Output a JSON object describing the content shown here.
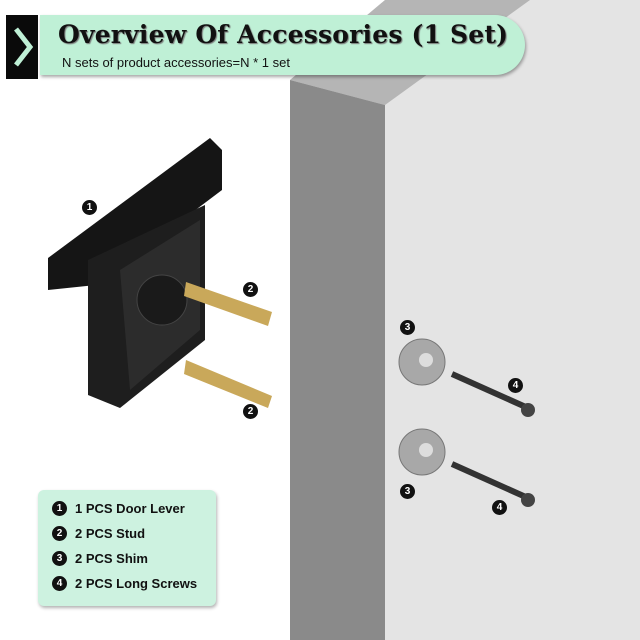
{
  "header": {
    "title": "Overview Of Accessories (1 Set)",
    "subtitle": "N sets of product accessories=N * 1 set"
  },
  "legend": {
    "items": [
      {
        "num": "1",
        "label": "1 PCS Door Lever"
      },
      {
        "num": "2",
        "label": "2 PCS Stud"
      },
      {
        "num": "3",
        "label": "2 PCS Shim"
      },
      {
        "num": "4",
        "label": "2 PCS Long Screws"
      }
    ]
  },
  "callouts": {
    "lever": "1",
    "stud_top": "2",
    "stud_bottom": "2",
    "shim_top": "3",
    "shim_bottom": "3",
    "screw_top": "4",
    "screw_bottom": "4"
  },
  "colors": {
    "banner": "#bff0d6",
    "legend_bg": "#cdf2e0"
  }
}
